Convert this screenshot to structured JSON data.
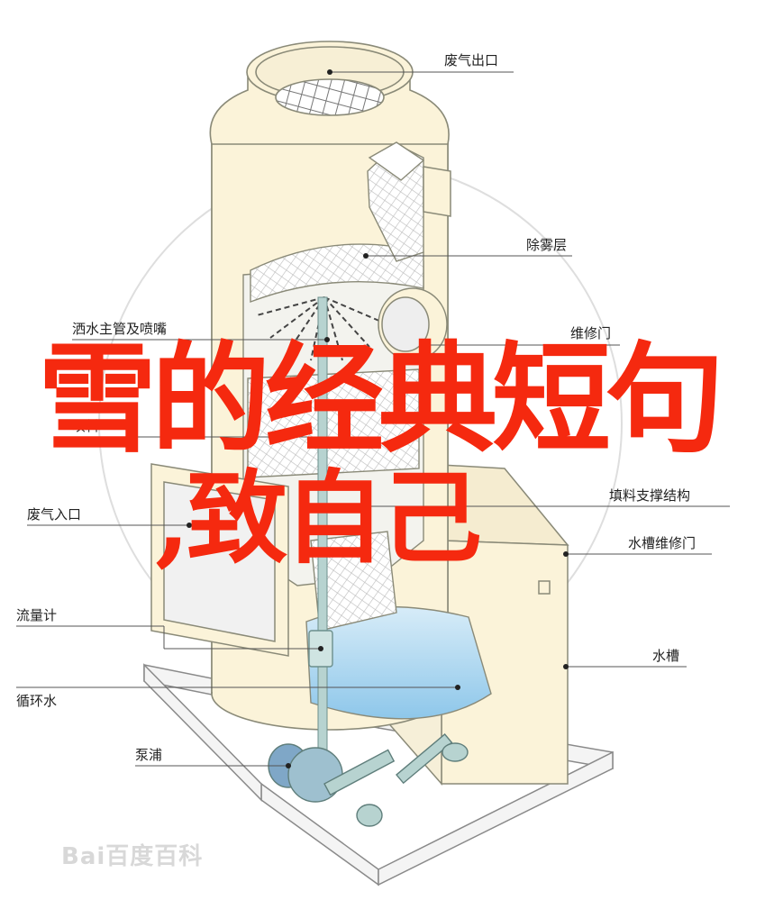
{
  "labels": {
    "exhaust_outlet": "废气出口",
    "demister": "除雾层",
    "spray_pipe": "洒水主管及喷嘴",
    "maintenance_door": "维修门",
    "packing": "填料",
    "exhaust_inlet": "废气入口",
    "packing_support": "填料支撑结构",
    "tank_door": "水槽维修门",
    "flow_meter": "流量计",
    "water_tank": "水槽",
    "circulation": "循环水",
    "pump": "泵浦"
  },
  "overlay": {
    "line1": "雪的经典短句",
    "line2": ",致自己"
  },
  "watermark": "Bai百度百科",
  "colors": {
    "tower": "#fbf3d9",
    "outline": "#8a8a78",
    "mesh": "#cfcfcf",
    "water": "#a9d4ee",
    "pipe": "#b7d3d0",
    "overlay_text": "#f5290f"
  }
}
